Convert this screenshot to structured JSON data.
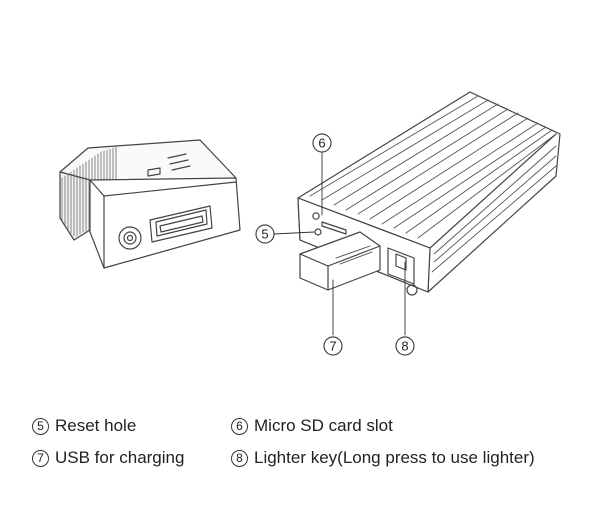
{
  "callouts": {
    "c5": "5",
    "c6": "6",
    "c7": "7",
    "c8": "8"
  },
  "legend": {
    "items": [
      {
        "num": "5",
        "label": "Reset hole"
      },
      {
        "num": "6",
        "label": "Micro SD card slot"
      },
      {
        "num": "7",
        "label": "USB for charging"
      },
      {
        "num": "8",
        "label": "Lighter key(Long press to use lighter)"
      }
    ]
  }
}
